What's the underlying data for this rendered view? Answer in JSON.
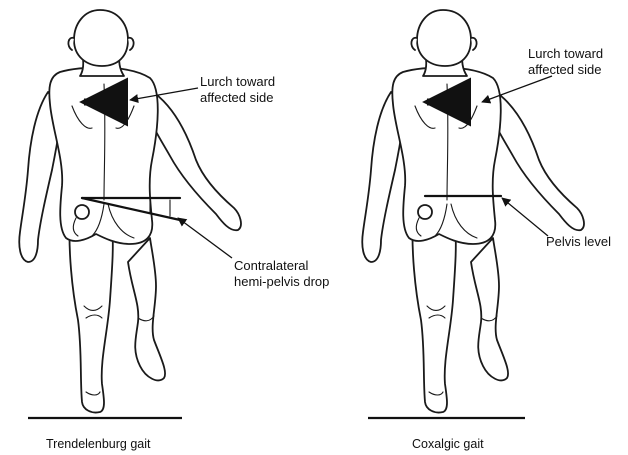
{
  "figures": [
    {
      "caption": "Trendelenburg gait",
      "annotations": [
        {
          "lines": [
            "Lurch toward",
            "affected side"
          ]
        },
        {
          "lines": [
            "Contralateral",
            "hemi-pelvis drop"
          ]
        }
      ]
    },
    {
      "caption": "Coxalgic gait",
      "annotations": [
        {
          "lines": [
            "Lurch toward",
            "affected side"
          ]
        },
        {
          "lines": [
            "Pelvis level"
          ]
        }
      ]
    }
  ],
  "colors": {
    "ink": "#111111",
    "background": "#ffffff"
  }
}
